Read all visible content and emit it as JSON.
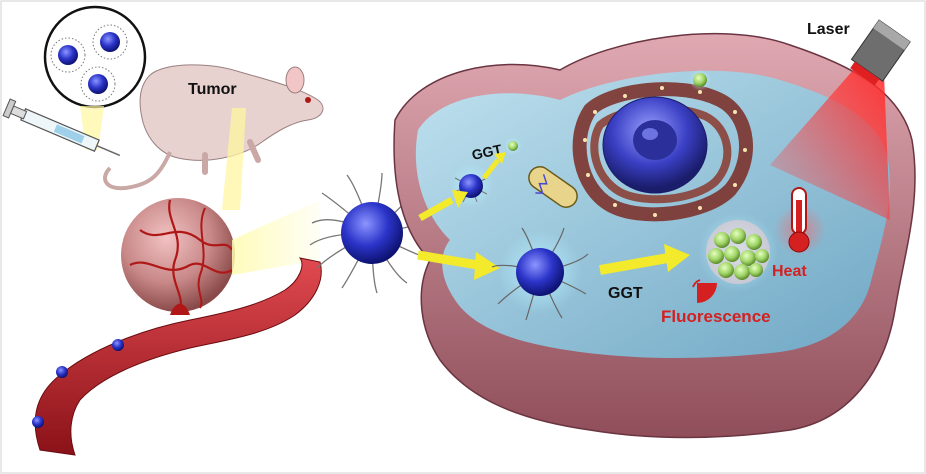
{
  "labels": {
    "tumor": "Tumor",
    "laser": "Laser",
    "ggt_small": "GGT",
    "ggt_large": "GGT",
    "heat": "Heat",
    "fluorescence": "Fluorescence"
  },
  "colors": {
    "cell_membrane": "#c98a95",
    "cytoplasm": "#9ec9dc",
    "nanoparticle": "#2b34c9",
    "blood_vessel": "#c0202a",
    "arrow": "#f2ea2a",
    "laser_beam": "#e01818",
    "label_red": "#d42020",
    "nucleus": "#3a3fc4",
    "er_brown": "#7a2a22"
  }
}
